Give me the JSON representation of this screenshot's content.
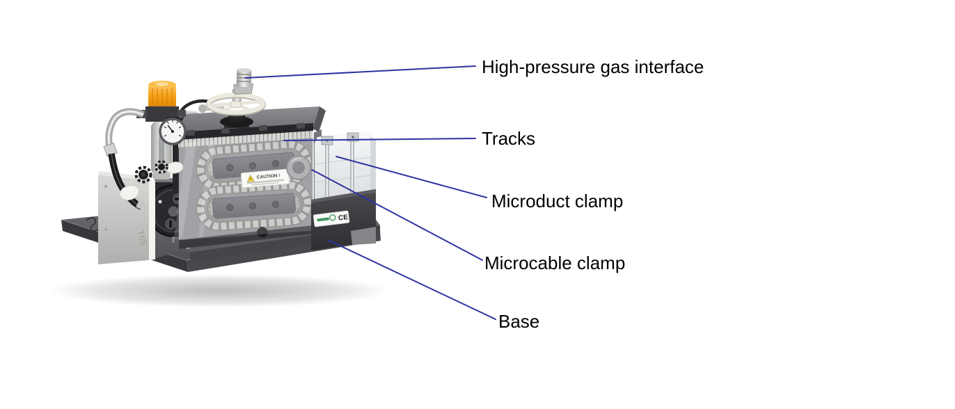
{
  "diagram": {
    "background_color": "#ffffff",
    "leader_line_color": "#2e32a0",
    "label_text_color": "#000000",
    "labels": [
      {
        "id": "high-pressure-gas-interface",
        "text": "High-pressure gas interface"
      },
      {
        "id": "tracks",
        "text": "Tracks"
      },
      {
        "id": "microduct-clamp",
        "text": "Microduct clamp"
      },
      {
        "id": "microcable-clamp",
        "text": "Microcable clamp"
      },
      {
        "id": "base",
        "text": "Base"
      }
    ],
    "machine": {
      "caution_sticker_title": "CAUTION !",
      "caution_color": "#f3c50d",
      "ce_mark": "CE",
      "handwritten_mark": "T65",
      "brand_logo_color": "#2e8b4f",
      "regulator_knob_color": "#f5a118"
    }
  }
}
